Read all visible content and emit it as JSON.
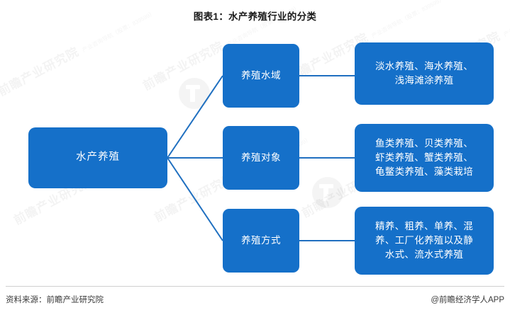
{
  "title": "图表1：水产养殖行业的分类",
  "diagram": {
    "root": {
      "label": "水产养殖"
    },
    "branches": [
      {
        "category": "养殖水域",
        "detail": "淡水养殖、海水养殖、\n浅海滩涂养殖"
      },
      {
        "category": "养殖对象",
        "detail": "鱼类养殖、贝类养殖、\n虾类养殖、蟹类养殖、\n龟鳖类养殖、藻类栽培"
      },
      {
        "category": "养殖方式",
        "detail": "精养、粗养、单养、混\n养、工厂化养殖以及静\n水式、流水式养殖"
      }
    ]
  },
  "footer": {
    "source": "资料来源：前瞻产业研究院",
    "attribution": "@前瞻经济学人APP"
  },
  "watermark": {
    "brand": "前瞻产业研究院",
    "sub": "产业咨询导航（股票：839599）"
  },
  "colors": {
    "node_fill": "#1570c9",
    "link": "#1f6fc0",
    "title_text": "#1a1a1a",
    "node_text": "#ffffff",
    "footer_text": "#3a3a3a",
    "rule": "#cfcfcf"
  }
}
